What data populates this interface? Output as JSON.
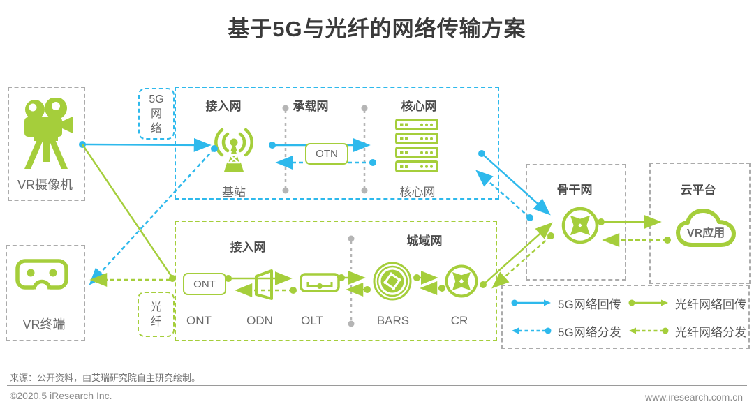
{
  "title": "基于5G与光纤的网络传输方案",
  "left": {
    "vr_camera": "VR摄像机",
    "vr_terminal": "VR终端"
  },
  "network_5g": {
    "tag_line1": "5G",
    "tag_line2": "网",
    "tag_line3": "络",
    "access_label": "接入网",
    "bearer_label": "承载网",
    "core_label": "核心网",
    "base_station_label": "基站",
    "otn_label": "OTN",
    "core_device_label": "核心网"
  },
  "network_fiber": {
    "tag_line1": "光",
    "tag_line2": "纤",
    "access_label": "接入网",
    "metro_label": "城域网",
    "ont_box_label": "ONT",
    "ont_label": "ONT",
    "odn_label": "ODN",
    "olt_label": "OLT",
    "bars_label": "BARS",
    "cr_label": "CR"
  },
  "right": {
    "backbone_label": "骨干网",
    "cloud_label": "云平台",
    "vr_app_label": "VR应用"
  },
  "legend": {
    "items": [
      {
        "label": "5G网络回传",
        "style": "solid",
        "color": "#2eb9ec"
      },
      {
        "label": "光纤网络回传",
        "style": "solid",
        "color": "#a5ce3b"
      },
      {
        "label": "5G网络分发",
        "style": "dashed",
        "color": "#2eb9ec"
      },
      {
        "label": "光纤网络分发",
        "style": "dashed",
        "color": "#a5ce3b"
      }
    ]
  },
  "colors": {
    "cyan": "#2eb9ec",
    "green": "#a5ce3b",
    "gray_border": "#ababab"
  },
  "footer": {
    "source": "来源：公开资料，由艾瑞研究院自主研究绘制。",
    "copyright": "©2020.5 iResearch Inc.",
    "website": "www.iresearch.com.cn"
  }
}
